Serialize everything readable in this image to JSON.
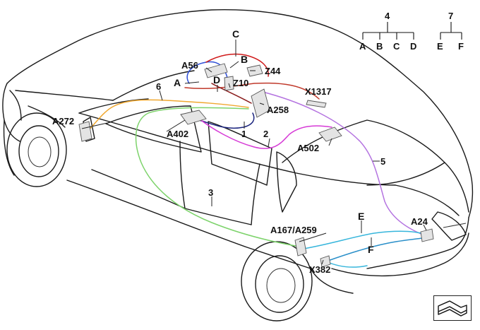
{
  "colors": {
    "wire_A": "#2f4fd8",
    "wire_B": "#d01a1a",
    "wire_C": "#c0392b",
    "wire_D": "#8a1c1c",
    "wire_1": "#1a237e",
    "wire_2": "#d63ad6",
    "wire_3": "#7dd36b",
    "wire_5": "#b473e0",
    "wire_6": "#f0a830",
    "wire_E": "#37b6dc",
    "wire_F": "#2a8fc9"
  },
  "labels": {
    "c": "C",
    "b": "B",
    "a56": "A56",
    "z44": "Z44",
    "a": "A",
    "d": "D",
    "z10": "Z10",
    "six": "6",
    "x1317": "X1317",
    "a258": "A258",
    "a272": "A272",
    "a402": "A402",
    "one": "1",
    "two": "2",
    "a502": "A502",
    "five": "5",
    "three": "3",
    "e": "E",
    "a24": "A24",
    "a167": "A167/A259",
    "f": "F",
    "x382": "X382"
  },
  "legend_4": {
    "root": "4",
    "children": [
      "A",
      "B",
      "C",
      "D"
    ]
  },
  "legend_7": {
    "root": "7",
    "children": [
      "E",
      "F"
    ]
  },
  "icons": {
    "badge": "cable-route-icon"
  }
}
